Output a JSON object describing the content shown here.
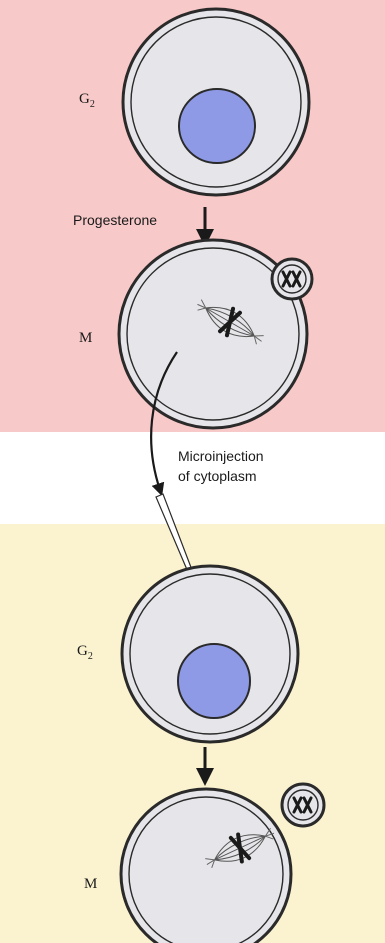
{
  "colors": {
    "top_panel": "#f7c9c8",
    "middle_panel": "#ffffff",
    "bottom_panel": "#fbf3d0",
    "cell_fill": "#e6e5e9",
    "cell_stroke": "#2a2a2a",
    "nucleus_fill": "#8f9ae6",
    "ink": "#1a1a1a"
  },
  "labels": {
    "g2_top_base": "G",
    "g2_top_sub": "2",
    "progesterone": "Progesterone",
    "m_top": "M",
    "microinjection_line1": "Microinjection",
    "microinjection_line2": "of cytoplasm",
    "g2_bottom_base": "G",
    "g2_bottom_sub": "2",
    "m_bottom": "M"
  },
  "icons": {
    "chromosome_icon": "chromosome-pair-icon",
    "spindle_icon": "spindle-icon"
  }
}
